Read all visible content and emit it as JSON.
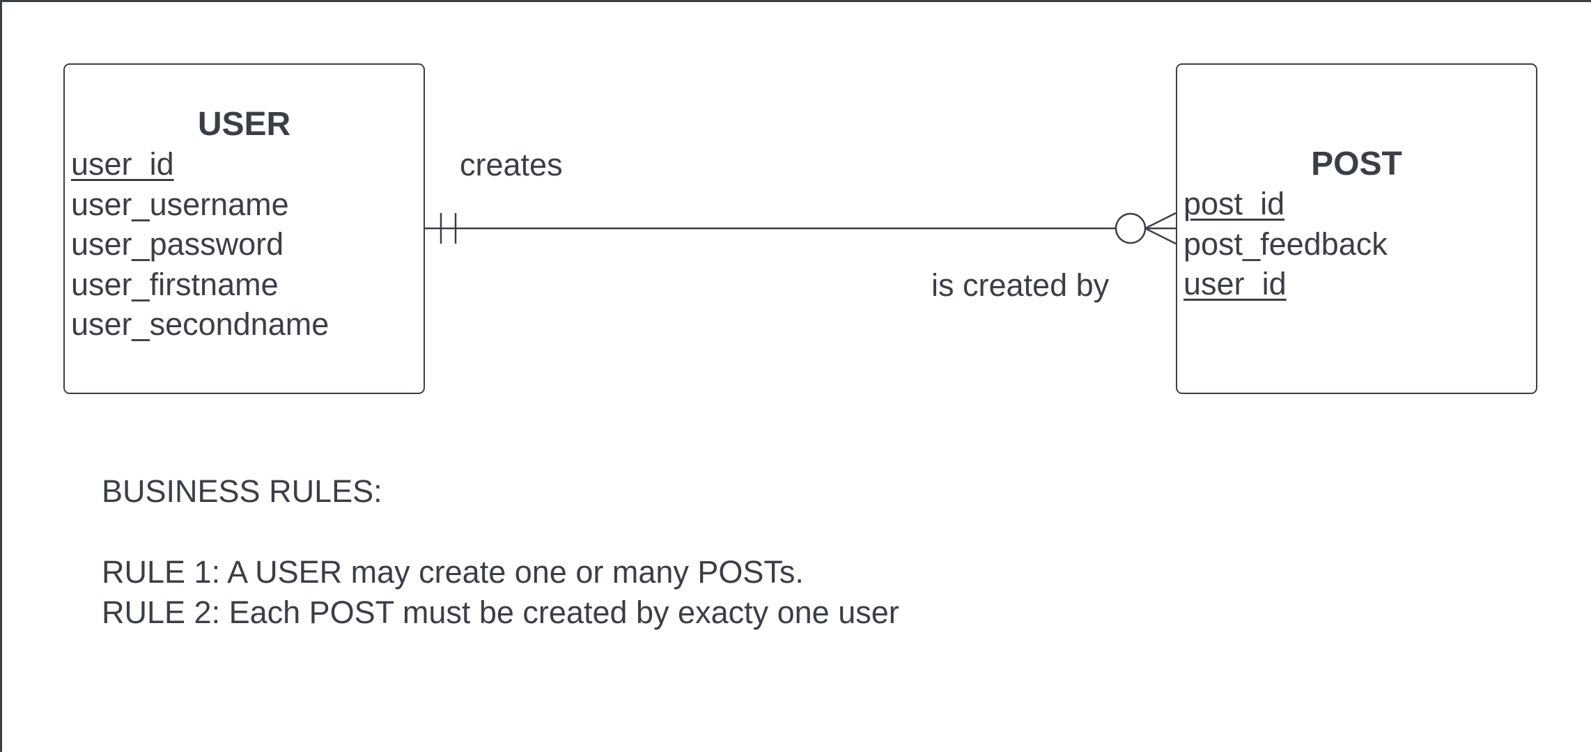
{
  "entities": {
    "user": {
      "title": "USER",
      "attributes": [
        "user_id",
        "user_username",
        "user_password",
        "user_firstname",
        "user_secondname"
      ]
    },
    "post": {
      "title": "POST",
      "attributes": [
        "post_id",
        "post_feedback",
        "user_id"
      ]
    }
  },
  "relationship": {
    "forward_label": "creates",
    "reverse_label": "is created by",
    "user_end": "exactly-one",
    "post_end": "zero-or-many"
  },
  "business_rules": {
    "heading": "BUSINESS RULES:",
    "rules": [
      "RULE 1: A USER may create one or many POSTs.",
      "RULE 2: Each POST must be created by exacty one user"
    ]
  },
  "colors": {
    "stroke": "#3a3f47",
    "background": "#ffffff"
  }
}
